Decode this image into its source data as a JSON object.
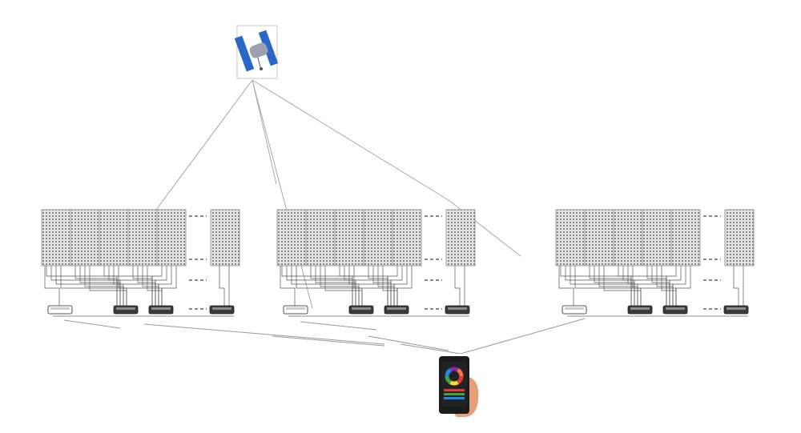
{
  "satellite": {
    "icon": "satellite-icon"
  },
  "phone": {
    "icon": "smartphone-icon",
    "screen_ring_colors": [
      "#e53935",
      "#fdd835",
      "#43a047",
      "#1e88e5",
      "#8e24aa",
      "#ff7043"
    ]
  },
  "groups": [
    {
      "name": "group-1",
      "panel_count_left": 5,
      "has_gap_marker": true,
      "controllers": 4
    },
    {
      "name": "group-2",
      "panel_count_left": 5,
      "has_gap_marker": true,
      "controllers": 4
    },
    {
      "name": "group-3",
      "panel_count_left": 5,
      "has_gap_marker": true,
      "controllers": 4
    }
  ],
  "colors": {
    "panel_fill": "#d9d9d9",
    "panel_grid": "#8a8a8a",
    "line": "#9a9a9a",
    "wire": "#555555",
    "controller": "#3a3a3a"
  }
}
